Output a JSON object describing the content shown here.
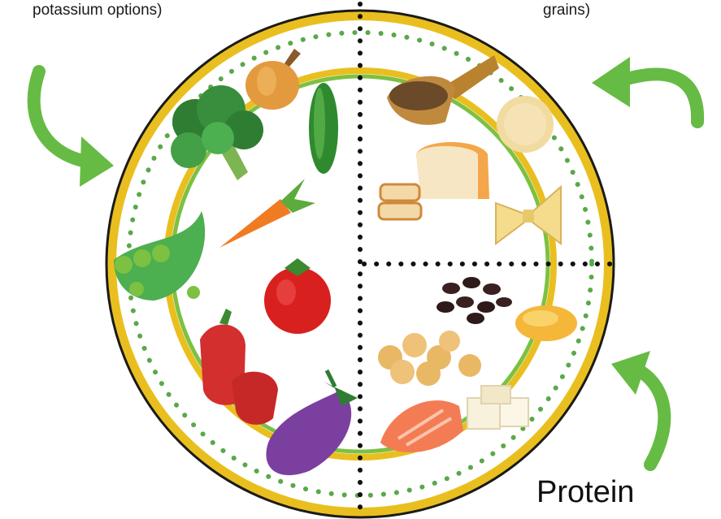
{
  "captions": {
    "top_left": "potassium options)",
    "top_right": "grains)",
    "bottom_right": "Protein"
  },
  "colors": {
    "plate_rim": "#e9bf1f",
    "plate_border": "#1a1a1a",
    "inner_ring": "#7cc142",
    "dots": "#5aa84a",
    "divider": "#111111",
    "arrow": "#66bb44"
  },
  "sections": [
    {
      "name": "vegetables",
      "items": [
        "onion",
        "cucumber",
        "broccoli",
        "carrot",
        "pea-pod",
        "tomato",
        "bell-pepper",
        "eggplant"
      ]
    },
    {
      "name": "grains",
      "items": [
        "grain-scoop",
        "rice-cake",
        "bread-loaf",
        "farfalle-pasta"
      ]
    },
    {
      "name": "protein",
      "items": [
        "black-beans",
        "corn",
        "chickpeas",
        "salmon",
        "tofu"
      ]
    }
  ]
}
